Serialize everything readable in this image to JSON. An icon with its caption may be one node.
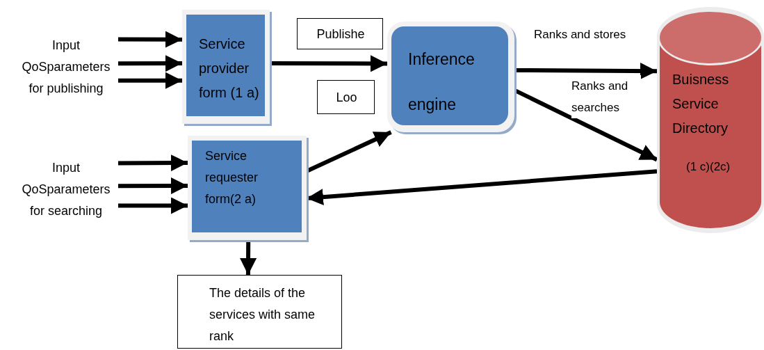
{
  "diagram": {
    "nodes": [
      {
        "text": [
          "Input QoSparameters for publishing"
        ]
      },
      {
        "text": [
          "Service provider form (1 a)"
        ]
      },
      {
        "text": [
          "Publishe"
        ]
      },
      {
        "text": [
          "Loo"
        ]
      },
      {
        "text": [
          "Inference engine"
        ]
      },
      {
        "text": [
          "Buisness Service Directory",
          "(1 c)(2c)"
        ]
      },
      {
        "text": [
          "Input QoSparameters for searching"
        ]
      },
      {
        "text": [
          "Service requester form(2 a)"
        ]
      },
      {
        "text": [
          "The details of the services with same rank"
        ]
      }
    ],
    "edges": [
      {
        "from": 0,
        "to": 1,
        "arrow": "to"
      },
      {
        "from": 0,
        "to": 1,
        "arrow": "to"
      },
      {
        "from": 0,
        "to": 1,
        "arrow": "to"
      },
      {
        "from": 1,
        "to": 4,
        "arrow": "to"
      },
      {
        "from": 4,
        "to": 5,
        "label": "Ranks and stores",
        "arrow": "to"
      },
      {
        "from": 4,
        "to": 5,
        "label": "Ranks and searches",
        "arrow": "to"
      },
      {
        "from": 6,
        "to": 7,
        "arrow": "to"
      },
      {
        "from": 6,
        "to": 7,
        "arrow": "to"
      },
      {
        "from": 6,
        "to": 7,
        "arrow": "to"
      },
      {
        "from": 7,
        "to": 4,
        "arrow": "to"
      },
      {
        "from": 5,
        "to": 7,
        "arrow": "to"
      },
      {
        "from": 7,
        "to": 8,
        "arrow": "to"
      }
    ]
  }
}
